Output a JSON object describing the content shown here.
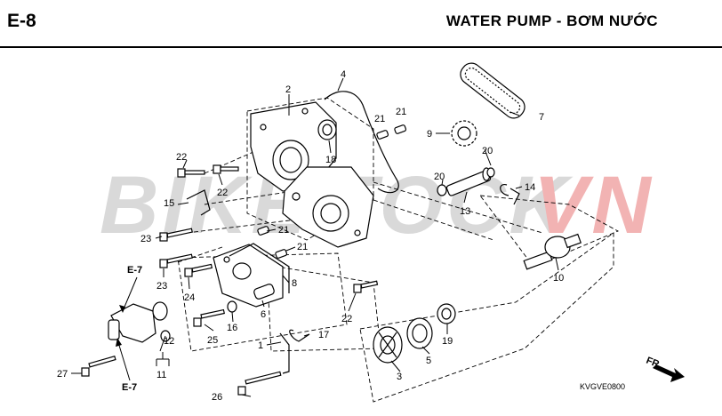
{
  "header": {
    "code": "E-8",
    "title": "WATER PUMP - BƠM NƯỚC"
  },
  "watermark": {
    "text_main": "BIKES",
    "text_mid": "TOCK",
    "text_tail": "VN",
    "color_main": "#d9d9d9",
    "color_accent": "#f2b3b3"
  },
  "callouts": {
    "c1": "1",
    "c2": "2",
    "c3": "3",
    "c4": "4",
    "c5": "5",
    "c6": "6",
    "c7": "7",
    "c8": "8",
    "c9": "9",
    "c10": "10",
    "c11": "11",
    "c12": "12",
    "c13": "13",
    "c14": "14",
    "c15": "15",
    "c16": "16",
    "c17": "17",
    "c18": "18",
    "c19": "19",
    "c20a": "20",
    "c20b": "20",
    "c21a": "21",
    "c21b": "21",
    "c21c": "21",
    "c21d": "21",
    "c22a": "22",
    "c22b": "22",
    "c22c": "22",
    "c23a": "23",
    "c23b": "23",
    "c24": "24",
    "c25": "25",
    "c26": "26",
    "c27": "27"
  },
  "references": {
    "ref_top": "E-7",
    "ref_bottom": "E-7"
  },
  "direction_indicator": "FR.",
  "catalog_code": "KVGVE0800"
}
